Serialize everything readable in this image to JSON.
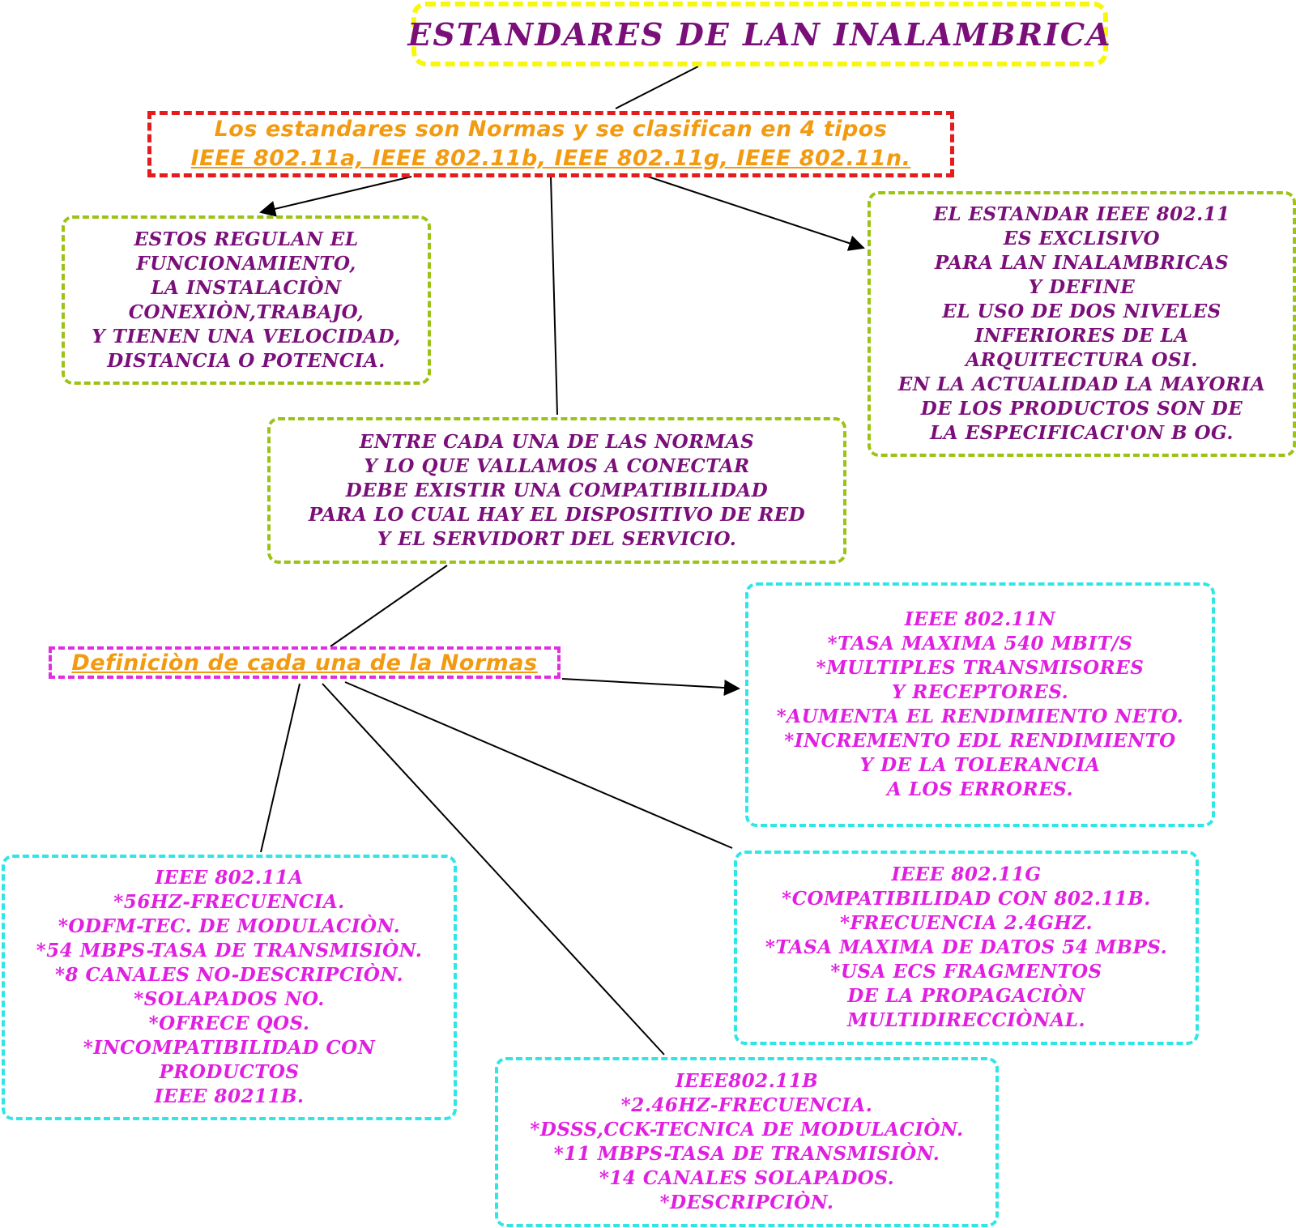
{
  "title": "ESTANDARES DE LAN INALAMBRICA",
  "intro": {
    "line1": "Los estandares son Normas y se clasifican en 4 tipos",
    "line2": "IEEE 802.11a, IEEE 802.11b, IEEE 802.11g, IEEE 802.11n."
  },
  "regulation": [
    "ESTOS REGULAN EL",
    "FUNCIONAMIENTO,",
    "LA INSTALACIÒN",
    "CONEXIÒN,TRABAJO,",
    "Y TIENEN UNA VELOCIDAD,",
    "DISTANCIA O POTENCIA."
  ],
  "standard_802_11": [
    "EL ESTANDAR IEEE 802.11",
    "ES EXCLISIVO",
    "PARA LAN INALAMBRICAS",
    "Y DEFINE",
    "EL USO DE DOS NIVELES",
    "INFERIORES DE LA",
    "ARQUITECTURA OSI.",
    "EN LA ACTUALIDAD LA MAYORIA",
    "DE LOS PRODUCTOS SON DE",
    "LA ESPECIFICACI'ON B OG."
  ],
  "compatibility": [
    "ENTRE CADA UNA DE LAS NORMAS",
    "Y LO QUE VALLAMOS A CONECTAR",
    "DEBE EXISTIR UNA COMPATIBILIDAD",
    "PARA LO CUAL HAY EL DISPOSITIVO DE RED",
    "Y EL SERVIDORT DEL SERVICIO."
  ],
  "definition": "Definiciòn de cada una de la Normas",
  "ieee_802_11n": [
    "IEEE 802.11N",
    "*TASA MAXIMA 540 MBIT/S",
    "*MULTIPLES TRANSMISORES",
    "Y RECEPTORES.",
    "*AUMENTA EL RENDIMIENTO NETO.",
    "*INCREMENTO EDL RENDIMIENTO",
    "Y DE LA TOLERANCIA",
    "A LOS ERRORES."
  ],
  "ieee_802_11g": [
    "IEEE 802.11G",
    "*COMPATIBILIDAD CON 802.11B.",
    "*FRECUENCIA 2.4GHZ.",
    "*TASA MAXIMA DE DATOS 54 MBPS.",
    "*USA ECS FRAGMENTOS",
    "DE LA PROPAGACIÒN",
    "MULTIDIRECCIÒNAL."
  ],
  "ieee_802_11a": [
    "IEEE 802.11A",
    "*56HZ-FRECUENCIA.",
    "*ODFM-TEC. DE MODULACIÒN.",
    "*54 MBPS-TASA DE TRANSMISIÒN.",
    "*8 CANALES NO-DESCRIPCIÒN.",
    "*SOLAPADOS NO.",
    "*OFRECE QOS.",
    "*INCOMPATIBILIDAD CON",
    "PRODUCTOS",
    "IEEE 80211B."
  ],
  "ieee_802_11b": [
    "IEEE802.11B",
    "*2.46HZ-FRECUENCIA.",
    "*DSSS,CCK-TECNICA DE MODULACIÒN.",
    "*11 MBPS-TASA DE TRANSMISIÒN.",
    "*14 CANALES SOLAPADOS.",
    "*DESCRIPCIÒN."
  ],
  "colors": {
    "title_border": "#f7f70a",
    "intro_border": "#e51c1c",
    "green_border": "#9cc215",
    "cyan_border": "#2fe6e6",
    "magenta_border": "#e02ee0",
    "purple_text": "#7a0f7a",
    "magenta_text": "#e020e0",
    "orange_text": "#f29a10"
  }
}
